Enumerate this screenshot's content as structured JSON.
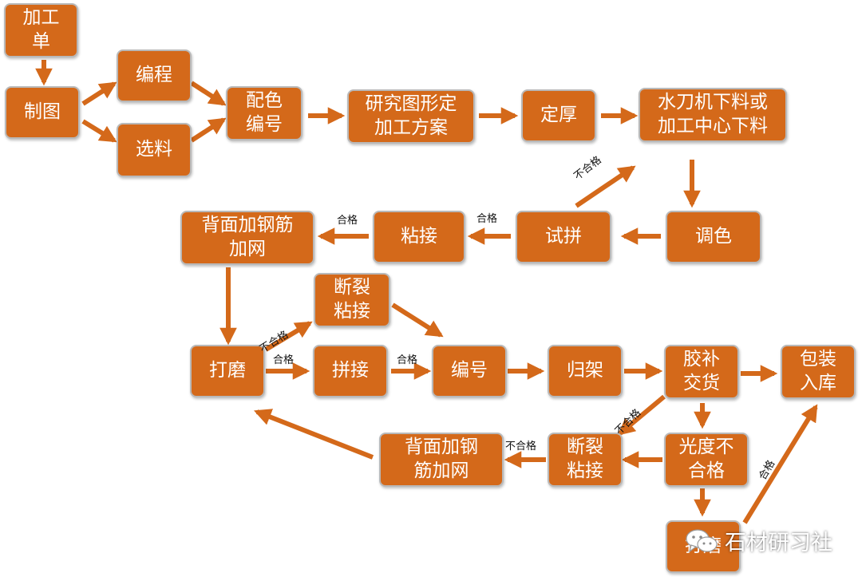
{
  "nodes": {
    "jgd": "加工\n单",
    "zt": "制图",
    "bc": "编程",
    "xl": "选料",
    "psbh": "配色\n编号",
    "yj": "研究图形定\n加工方案",
    "dh": "定厚",
    "sdj": "水刀机下料或\n加工中心下料",
    "ts": "调色",
    "sp": "试拼",
    "zj": "粘接",
    "bmjg": "背面加钢筋\n加网",
    "dm": "打磨",
    "dlzj1": "断裂\n粘接",
    "pj": "拼接",
    "bh": "编号",
    "gj": "归架",
    "jbjh": "胶补\n交货",
    "bzrk": "包装\n入库",
    "gdbhg": "光度不\n合格",
    "dlzj2": "断裂\n粘接",
    "bmjg2": "背面加钢\n筋加网",
    "dm2": "打磨"
  },
  "labels": {
    "buhege": "不合格",
    "hege": "合格"
  },
  "watermark": {
    "text": "石材研习社",
    "icon": "wechat-icon"
  },
  "colors": {
    "box": "#d4691a",
    "arrow": "#d4691a",
    "border": "#b9b9b9"
  }
}
